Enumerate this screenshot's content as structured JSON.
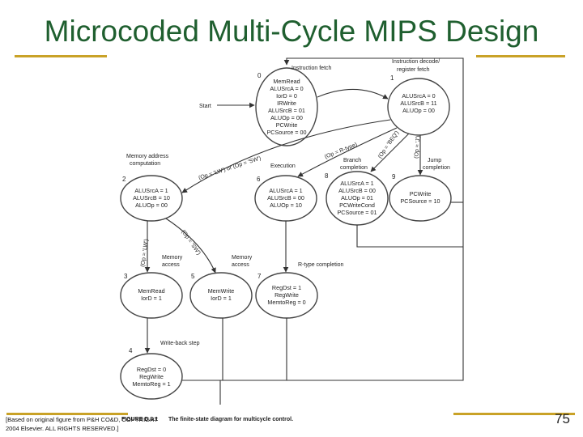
{
  "title": "Microcoded Multi-Cycle MIPS Design",
  "page_number": "75",
  "credit": [
    "[Based on original figure from P&H CO&D, COPYRIGHT",
    "2004 Elsevier. ALL RIGHTS RESERVED.]"
  ],
  "colors": {
    "title": "#1f5f2f",
    "accent": "#c9a227"
  },
  "figure": {
    "caption_label": "FIGURE D.3.1",
    "caption_text": "The finite-state diagram for multicycle control.",
    "start_label": "Start",
    "phase_labels": {
      "instruction_fetch": "Instruction fetch",
      "decode": [
        "Instruction decode/",
        "register fetch"
      ],
      "memory_address": [
        "Memory address",
        "computation"
      ],
      "execution": "Execution",
      "branch": [
        "Branch",
        "completion"
      ],
      "jump": [
        "Jump",
        "completion"
      ],
      "memory_access_3": [
        "Memory",
        "access"
      ],
      "memory_access_5": [
        "Memory",
        "access"
      ],
      "rtype_completion": "R-type completion",
      "write_back": "Write-back step"
    },
    "transitions": {
      "lw_sw": "(Op = 'LW') or (Op = 'SW')",
      "rtype": "(Op = R-type)",
      "beq": "(Op = 'BEQ')",
      "jump": "(Op = 'J')",
      "lw": "(Op = 'LW')",
      "sw": "(Op = 'SW')"
    },
    "states": [
      {
        "id": "0",
        "lines": [
          "MemRead",
          "ALUSrcA = 0",
          "IorD = 0",
          "IRWrite",
          "ALUSrcB = 01",
          "ALUOp = 00",
          "PCWrite",
          "PCSource = 00"
        ]
      },
      {
        "id": "1",
        "lines": [
          "ALUSrcA = 0",
          "ALUSrcB = 11",
          "ALUOp = 00"
        ]
      },
      {
        "id": "2",
        "lines": [
          "ALUSrcA = 1",
          "ALUSrcB = 10",
          "ALUOp = 00"
        ]
      },
      {
        "id": "6",
        "lines": [
          "ALUSrcA = 1",
          "ALUSrcB = 00",
          "ALUOp = 10"
        ]
      },
      {
        "id": "8",
        "lines": [
          "ALUSrcA = 1",
          "ALUSrcB = 00",
          "ALUOp = 01",
          "PCWriteCond",
          "PCSource = 01"
        ]
      },
      {
        "id": "9",
        "lines": [
          "PCWrite",
          "PCSource = 10"
        ]
      },
      {
        "id": "3",
        "lines": [
          "MemRead",
          "IorD = 1"
        ]
      },
      {
        "id": "5",
        "lines": [
          "MemWrite",
          "IorD = 1"
        ]
      },
      {
        "id": "7",
        "lines": [
          "RegDst = 1",
          "RegWrite",
          "MemtoReg = 0"
        ]
      },
      {
        "id": "4",
        "lines": [
          "RegDst = 0",
          "RegWrite",
          "MemtoReg = 1"
        ]
      }
    ]
  }
}
